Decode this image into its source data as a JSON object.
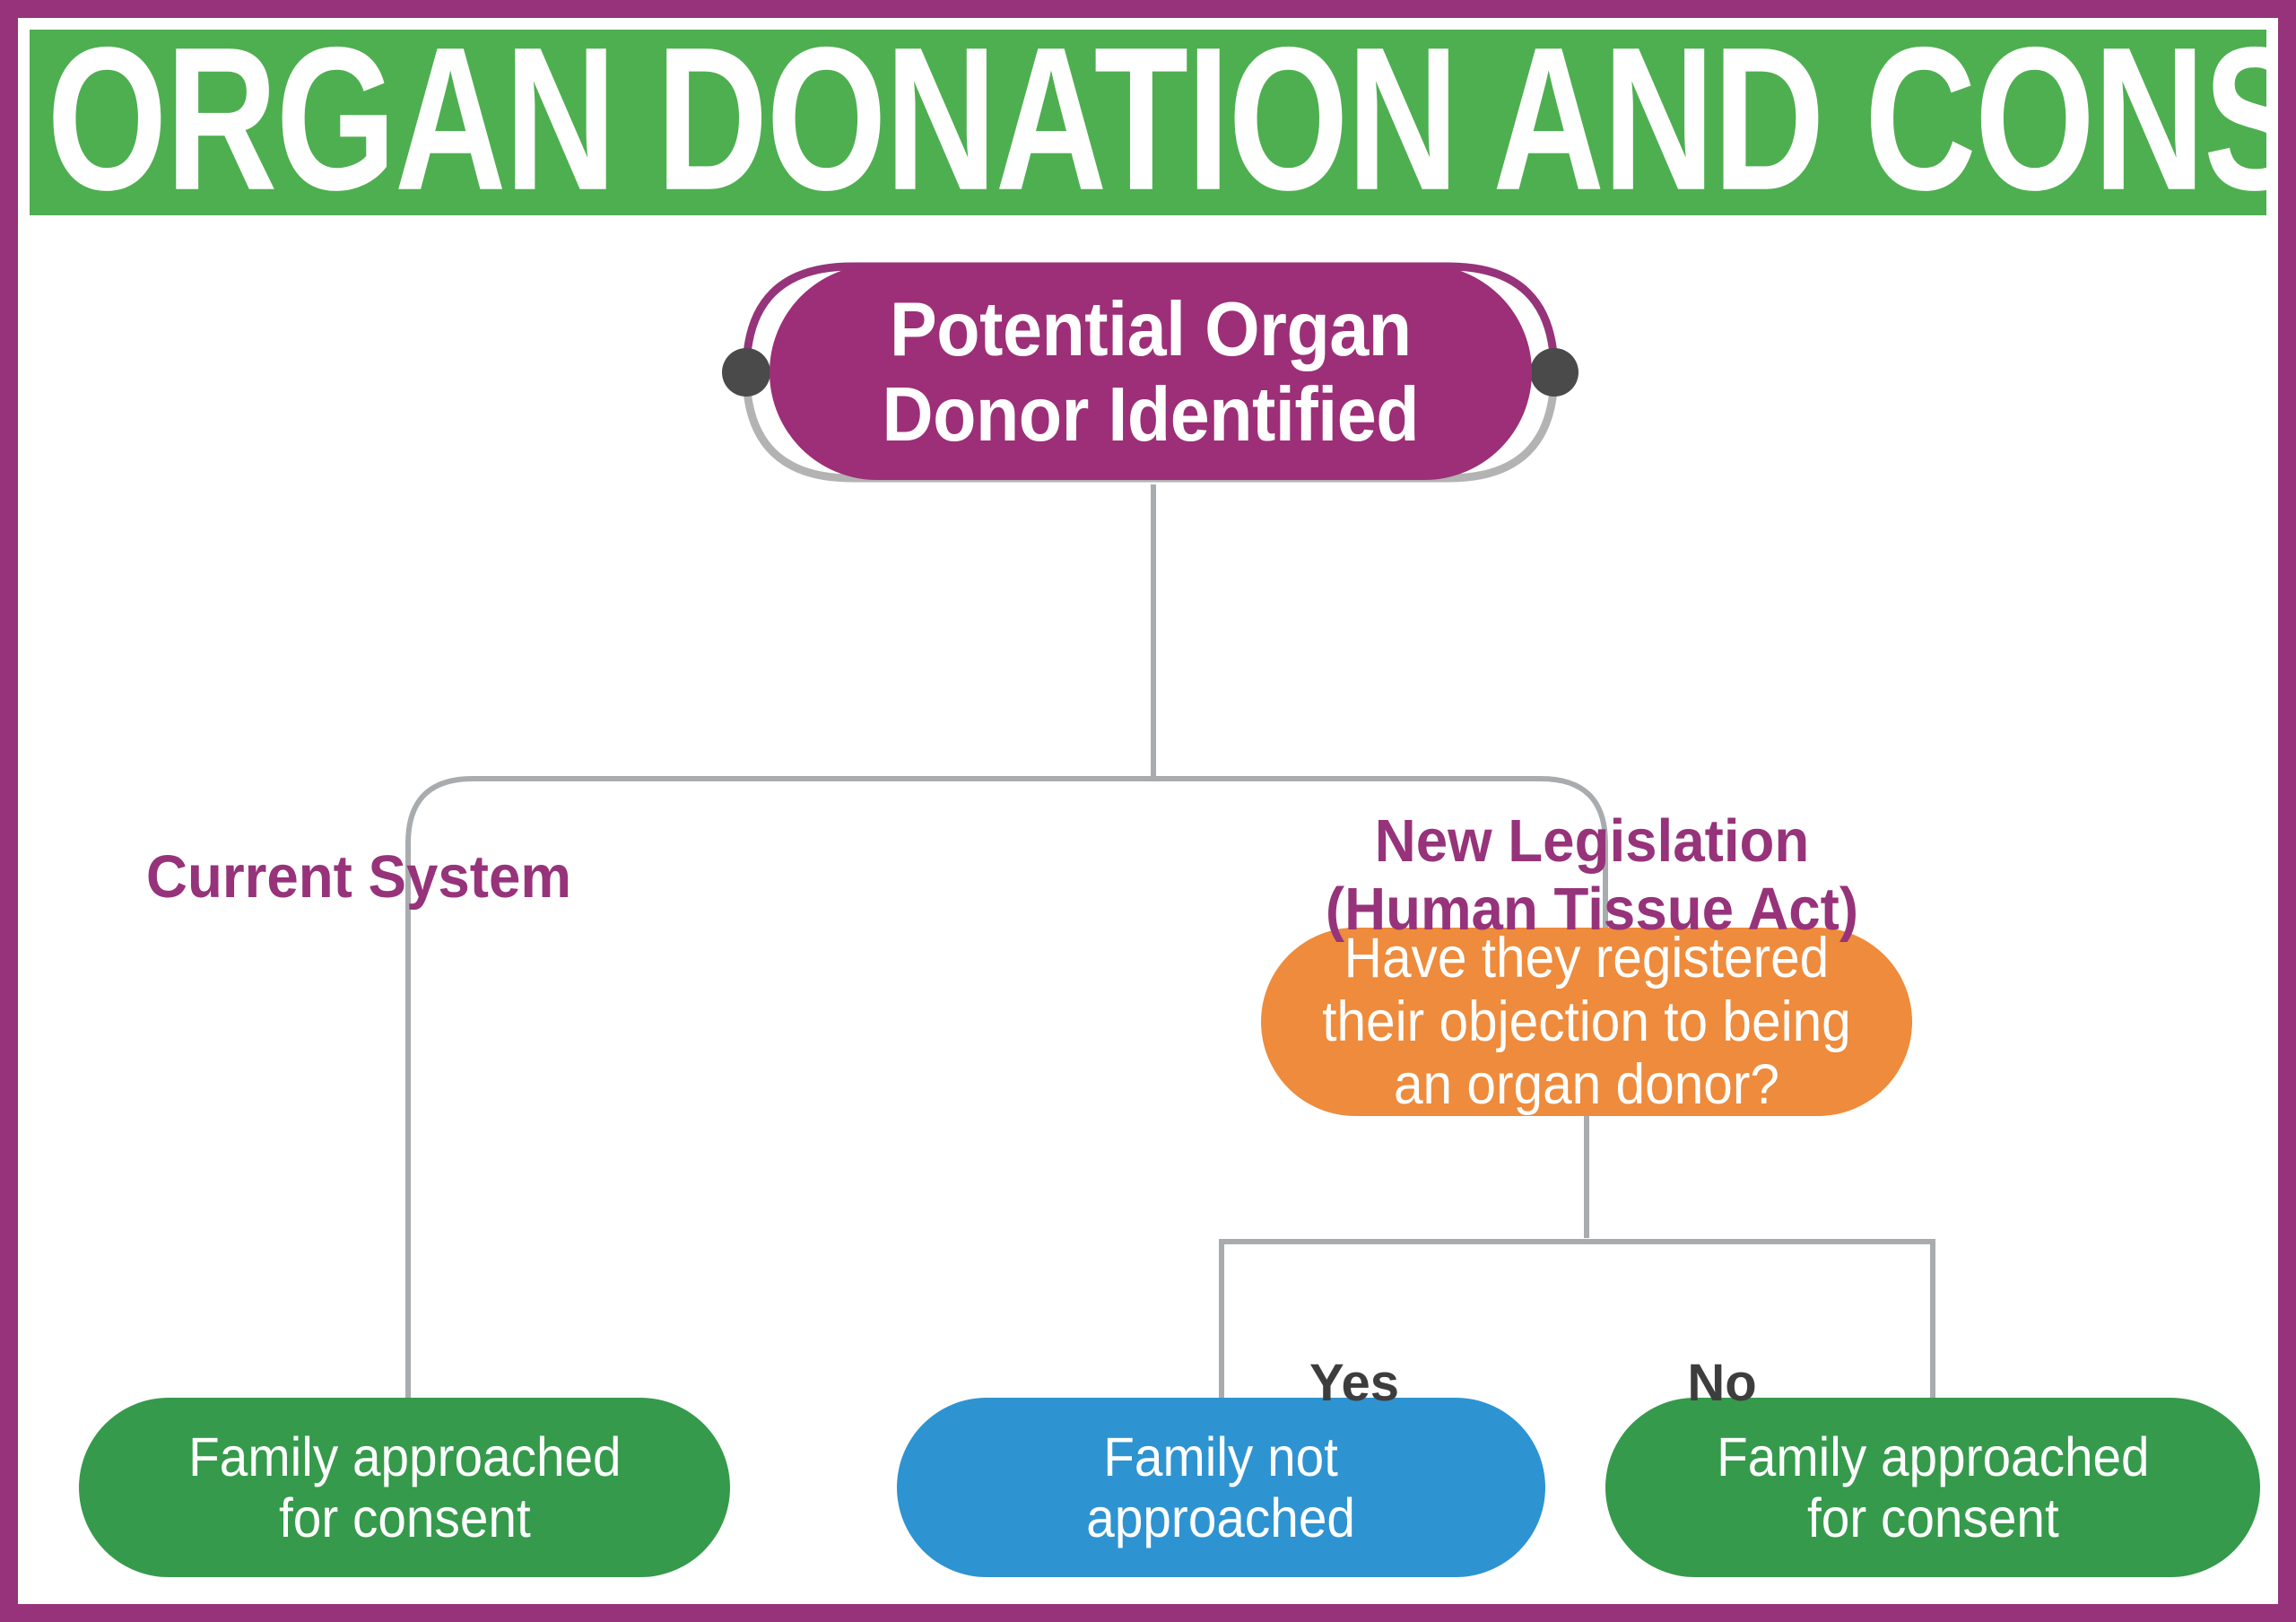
{
  "page": {
    "title": "ORGAN DONATION AND CONSENT",
    "frame_color": "#96337a",
    "header_color": "#4eaf50",
    "background": "#ffffff"
  },
  "header": {
    "title": "ORGAN DONATION AND CONSENT"
  },
  "chart_data": {
    "type": "diagram",
    "title": "ORGAN DONATION AND CONSENT",
    "nodes": [
      {
        "id": "donor",
        "label": "Potential Organ\nDonor Identified",
        "shape": "pill",
        "color": "#9c2f77",
        "text_color": "#ffffff"
      },
      {
        "id": "decision",
        "label": "Have they registered\ntheir objection to being\nan organ donor?",
        "shape": "pill",
        "color": "#ee8b3c",
        "text_color": "#ffffff"
      },
      {
        "id": "family-left",
        "label": "Family approached\nfor consent",
        "shape": "pill",
        "color": "#359a4b",
        "text_color": "#ffffff"
      },
      {
        "id": "family-not",
        "label": "Family not\napproached",
        "shape": "pill",
        "color": "#2e93d1",
        "text_color": "#ffffff"
      },
      {
        "id": "family-right",
        "label": "Family approached\nfor consent",
        "shape": "pill",
        "color": "#359a4b",
        "text_color": "#ffffff"
      }
    ],
    "branch_labels": [
      {
        "id": "current",
        "label": "Current System",
        "color": "#96337a"
      },
      {
        "id": "new",
        "label": "New Legislation\n(Human Tissue Act)",
        "color": "#96337a"
      }
    ],
    "edge_labels": [
      {
        "id": "yes",
        "label": "Yes",
        "color": "#3d3d3d"
      },
      {
        "id": "no",
        "label": "No",
        "color": "#3d3d3d"
      }
    ],
    "edges": [
      {
        "from": "donor",
        "to": "family-left",
        "label": ""
      },
      {
        "from": "donor",
        "to": "decision",
        "label": ""
      },
      {
        "from": "decision",
        "to": "family-not",
        "label": "Yes"
      },
      {
        "from": "decision",
        "to": "family-right",
        "label": "No"
      }
    ],
    "connector_color": "#a9acae",
    "ring_colors": {
      "top_arc": "#96337a",
      "bottom_arc": "#b3b3b3",
      "dot": "#4a4a4a"
    }
  },
  "nodes": {
    "donor": {
      "label": "Potential Organ\nDonor Identified"
    },
    "decision": {
      "label": "Have they registered\ntheir objection to being\nan organ donor?"
    },
    "family_left": {
      "label": "Family approached\nfor consent"
    },
    "family_not": {
      "label": "Family not\napproached"
    },
    "family_right": {
      "label": "Family approached\nfor consent"
    }
  },
  "branches": {
    "current": {
      "label": "Current System"
    },
    "new": {
      "label": "New Legislation\n(Human Tissue Act)"
    }
  },
  "edges": {
    "yes": {
      "label": "Yes"
    },
    "no": {
      "label": "No"
    }
  }
}
